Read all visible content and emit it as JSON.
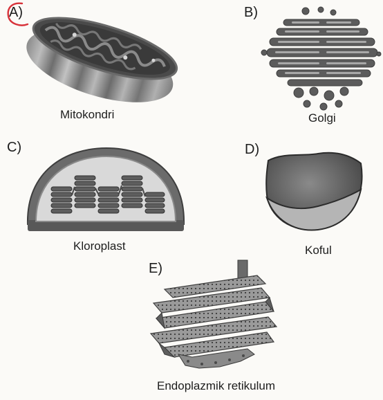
{
  "options": [
    {
      "letter": "A)",
      "caption": "Mitokondri"
    },
    {
      "letter": "B)",
      "caption": "Golgi"
    },
    {
      "letter": "C)",
      "caption": "Kloroplast"
    },
    {
      "letter": "D)",
      "caption": "Koful"
    },
    {
      "letter": "E)",
      "caption": "Endoplazmik retikulum"
    }
  ],
  "selection_mark": {
    "option": "A)",
    "color": "#d8323a"
  },
  "colors": {
    "ink": "#1d1d1d",
    "membrane": "#7a7a7a",
    "dark": "#3e3e3e",
    "light": "#bdbdbd"
  }
}
